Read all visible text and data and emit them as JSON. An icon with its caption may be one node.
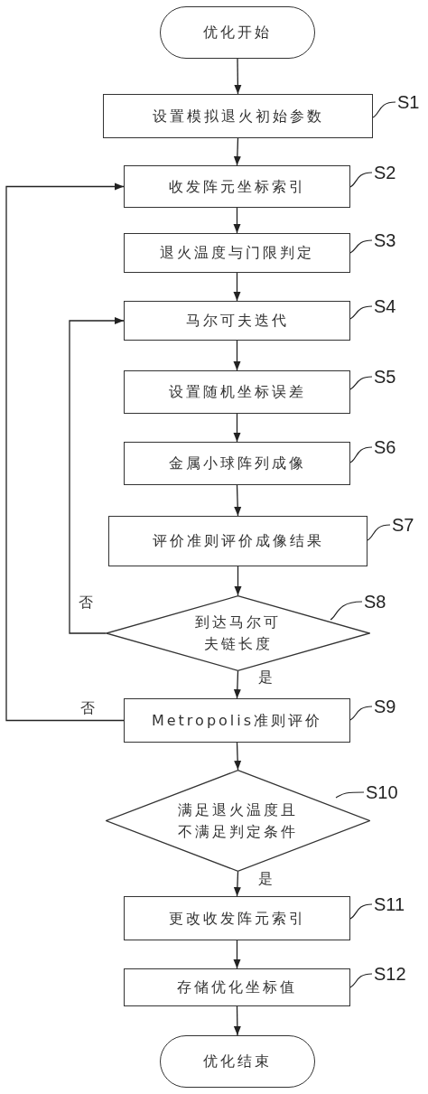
{
  "diagram": {
    "nodes": [
      {
        "text": [
          "优化开始"
        ]
      },
      {
        "text": [
          "设置模拟退火初始参数"
        ],
        "beside": [
          "S1"
        ]
      },
      {
        "text": [
          "收发阵元坐标索引"
        ],
        "beside": [
          "S2"
        ]
      },
      {
        "text": [
          "退火温度与门限判定"
        ],
        "beside": [
          "S3"
        ]
      },
      {
        "text": [
          "马尔可夫迭代"
        ],
        "beside": [
          "S4"
        ]
      },
      {
        "text": [
          "设置随机坐标误差"
        ],
        "beside": [
          "S5"
        ]
      },
      {
        "text": [
          "金属小球阵列成像"
        ],
        "beside": [
          "S6"
        ]
      },
      {
        "text": [
          "评价准则评价成像结果"
        ],
        "beside": [
          "S7"
        ]
      },
      {
        "text": [
          "到达马尔可夫链长度"
        ],
        "beside": [
          "S8"
        ]
      },
      {
        "text": [
          "Metropolis准则评价"
        ],
        "beside": [
          "S9"
        ]
      },
      {
        "text": [
          "满足退火温度且不满足判定条件"
        ],
        "beside": [
          "S10"
        ]
      },
      {
        "text": [
          "更改收发阵元索引"
        ],
        "beside": [
          "S11"
        ]
      },
      {
        "text": [
          "存储优化坐标值"
        ],
        "beside": [
          "S12"
        ]
      },
      {
        "text": [
          "优化结束"
        ]
      }
    ],
    "edges": [
      {
        "from": 0,
        "to": 1,
        "arrow": "to"
      },
      {
        "from": 1,
        "to": 2,
        "arrow": "to"
      },
      {
        "from": 2,
        "to": 3,
        "arrow": "to"
      },
      {
        "from": 3,
        "to": 4,
        "arrow": "to"
      },
      {
        "from": 4,
        "to": 5,
        "arrow": "to"
      },
      {
        "from": 5,
        "to": 6,
        "arrow": "to"
      },
      {
        "from": 6,
        "to": 7,
        "arrow": "to"
      },
      {
        "from": 7,
        "to": 8,
        "arrow": "to"
      },
      {
        "from": 8,
        "to": 9,
        "arrow": "to",
        "label": "是"
      },
      {
        "from": 8,
        "to": 4,
        "arrow": "to",
        "label": "否"
      },
      {
        "from": 9,
        "to": 10,
        "arrow": "to"
      },
      {
        "from": 9,
        "to": 2,
        "arrow": "to",
        "label": "否"
      },
      {
        "from": 10,
        "to": 11,
        "arrow": "to",
        "label": "是"
      },
      {
        "from": 11,
        "to": 12,
        "arrow": "to"
      },
      {
        "from": 12,
        "to": 13,
        "arrow": "to"
      }
    ]
  }
}
